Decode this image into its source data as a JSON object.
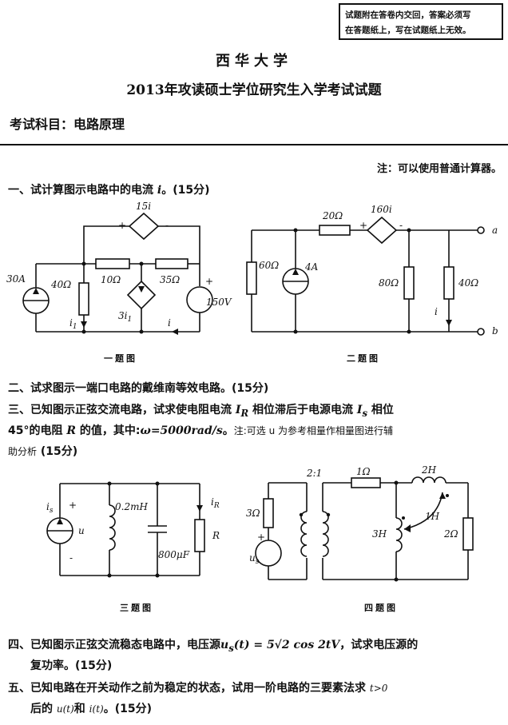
{
  "notice": {
    "line1": "试题附在答卷内交回，答案必须写",
    "line2": "在答题纸上，写在试题纸上无效。"
  },
  "university": "西华大学",
  "exam_title": "2013年攻读硕士学位研究生入学考试试题",
  "subject": "考试科目：电路原理",
  "note": "注：可以使用普通计算器。",
  "q1": {
    "prefix": "一、试计算图示电路中的电流 ",
    "var": "i",
    "suffix": "。(15分)"
  },
  "q2": {
    "text": "二、试求图示一端口电路的戴维南等效电路。(15分)"
  },
  "q3": {
    "line1_a": "三、已知图示正弦交流电路，试求使电阻电流 ",
    "line1_b": "I",
    "line1_c": "R",
    "line1_d": " 相位滞后于电源电流 ",
    "line1_e": "I",
    "line1_f": "s",
    "line1_g": " 相位",
    "line2_a": "45°的电阻 ",
    "line2_b": "R",
    "line2_c": " 的值，其中:",
    "line2_d": "ω=5000rad/s",
    "line2_e": "。",
    "line2_f": "注:可选 u 为参考相量作相量图进行辅",
    "line3_a": "助分析",
    "line3_b": "(15分)"
  },
  "q4": {
    "line1_a": "四、已知图示正弦交流稳态电路中，电压源",
    "line1_b": "u",
    "line1_c": "s",
    "line1_d": "(t) = 5√2 cos 2tV",
    "line1_e": "，试求电压源的",
    "line2": "复功率。(15分)"
  },
  "q5": {
    "line1_a": "五、已知电路在开关动作之前为稳定的状态，试用一阶电路的三要素法求 ",
    "line1_b": "t>0",
    "line2_a": "后的 ",
    "line2_b": "u(t)",
    "line2_c": "和 ",
    "line2_d": "i(t)",
    "line2_e": "。(15分)"
  },
  "fig1": {
    "caption": "一题图",
    "label_15i": "15i",
    "label_30A": "30A",
    "label_40ohm": "40Ω",
    "label_10ohm": "10Ω",
    "label_35ohm": "35Ω",
    "label_3i1": "3i",
    "label_3i1_sub": "1",
    "label_i1": "i",
    "label_i1_sub": "1",
    "label_i": "i",
    "label_150V": "150V",
    "plus": "+",
    "minus": "-"
  },
  "fig2": {
    "caption": "二题图",
    "label_20ohm": "20Ω",
    "label_160i": "160i",
    "label_60ohm": "60Ω",
    "label_4A": "4A",
    "label_80ohm": "80Ω",
    "label_40ohm": "40Ω",
    "label_i": "i",
    "label_a": "a",
    "label_b": "b",
    "plus": "+",
    "minus": "-"
  },
  "fig3": {
    "caption": "三题图",
    "label_is": "i",
    "label_is_sub": "s",
    "label_u": "u",
    "label_L": "0.2mH",
    "label_C": "800μF",
    "label_iR": "i",
    "label_iR_sub": "R",
    "label_R": "R",
    "plus": "+",
    "minus": "-"
  },
  "fig4": {
    "caption": "四题图",
    "label_ratio": "2:1",
    "label_1ohm": "1Ω",
    "label_2H": "2H",
    "label_3ohm": "3Ω",
    "label_1H": "1H",
    "label_3H": "3H",
    "label_2ohm": "2Ω",
    "label_us": "u",
    "label_us_sub": "s",
    "plus": "+",
    "minus": "-"
  }
}
